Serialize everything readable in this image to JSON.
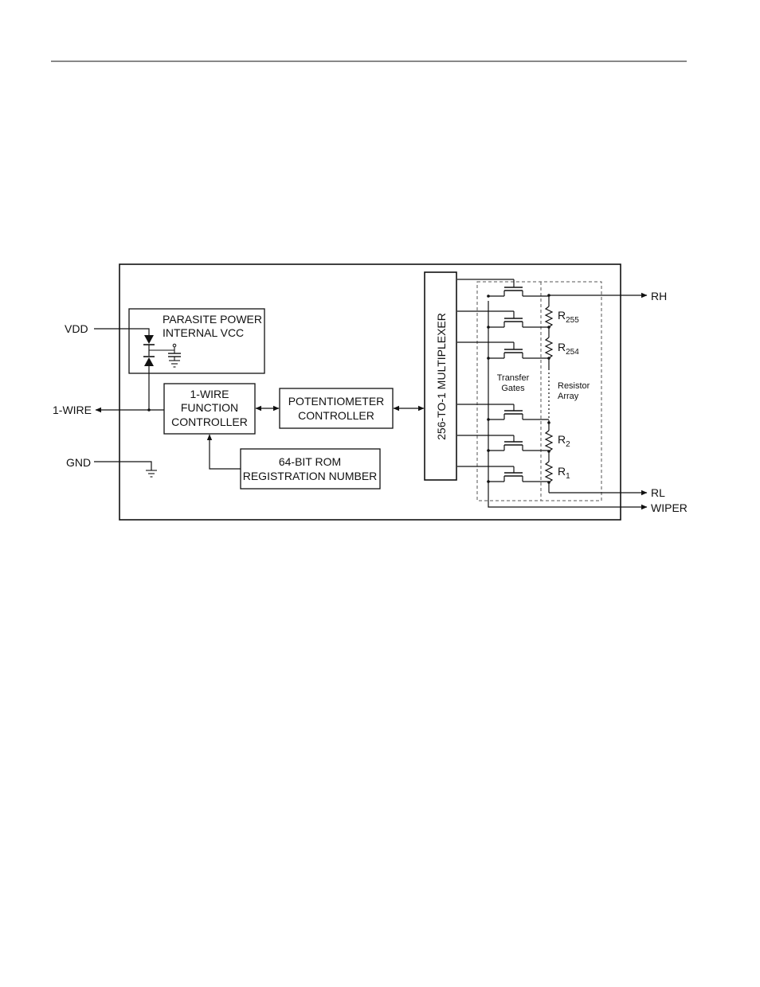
{
  "pins": {
    "vdd": "VDD",
    "one_wire": "1-WIRE",
    "gnd": "GND",
    "rh": "RH",
    "rl": "RL",
    "wiper": "WIPER"
  },
  "blocks": {
    "parasite_line1": "PARASITE POWER",
    "parasite_line2": "INTERNAL VCC",
    "fc_line1": "1-WIRE",
    "fc_line2": "FUNCTION",
    "fc_line3": "CONTROLLER",
    "pc_line1": "POTENTIOMETER",
    "pc_line2": "CONTROLLER",
    "rom_line1": "64-BIT ROM",
    "rom_line2": "REGISTRATION NUMBER",
    "mux": "256-TO-1 MULTIPLEXER"
  },
  "array": {
    "gates_line1": "Transfer",
    "gates_line2": "Gates",
    "resistor_line1": "Resistor",
    "resistor_line2": "Array",
    "r": "R",
    "r255_sub": "255",
    "r254_sub": "254",
    "r2_sub": "2",
    "r1_sub": "1"
  }
}
